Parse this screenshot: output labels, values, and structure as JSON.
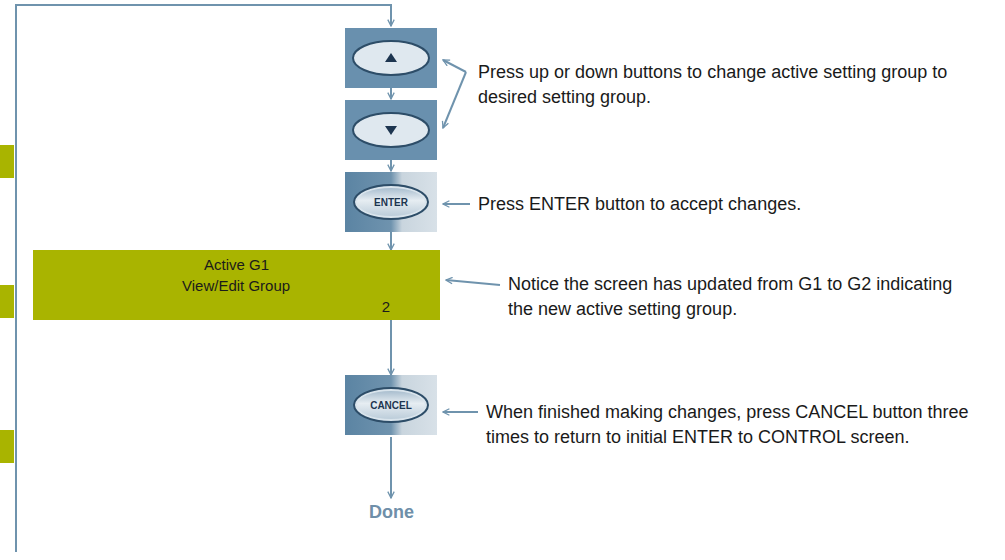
{
  "diagram": {
    "nodes": [
      {
        "text": [
          "ENTER"
        ]
      },
      {
        "text": [
          "Active G1",
          "View/Edit Group",
          "2"
        ]
      },
      {
        "text": [
          "CANCEL"
        ]
      }
    ],
    "edges": [
      {
        "from": 0,
        "to": 1,
        "arrow": "to"
      },
      {
        "from": 1,
        "to": 2,
        "arrow": "to"
      }
    ],
    "labels": [
      "Press up or down buttons to change active setting group to desired setting group.",
      "Press ENTER button to accept changes.",
      "Notice the screen has updated from G1 to G2 indicating the new active setting group.",
      "When finished making changes, press CANCEL button three times to return to initial ENTER to CONTROL screen.",
      "Done"
    ]
  }
}
